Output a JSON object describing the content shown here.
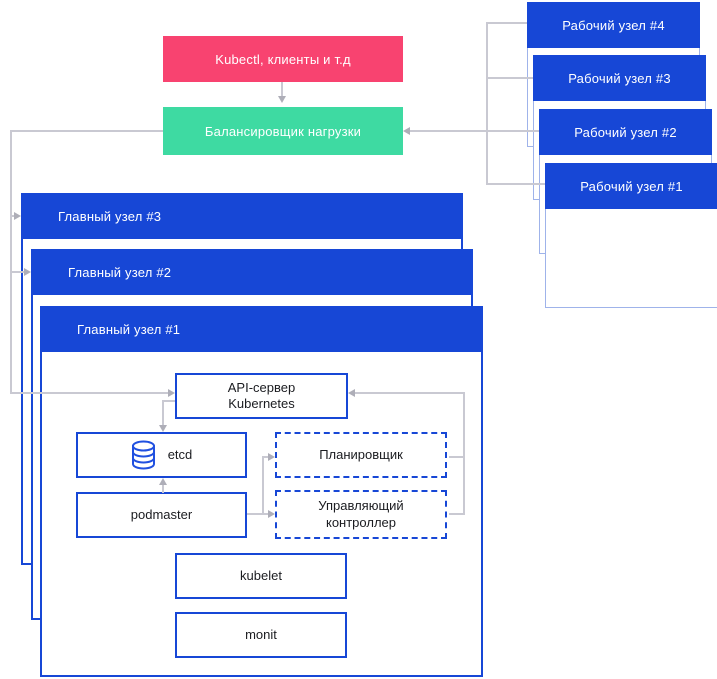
{
  "diagram": {
    "client": {
      "label": "Kubectl, клиенты и т.д"
    },
    "load_balancer": {
      "label": "Балансировщик нагрузки"
    },
    "worker_nodes": [
      {
        "label": "Рабочий узел #4"
      },
      {
        "label": "Рабочий узел #3"
      },
      {
        "label": "Рабочий узел #2"
      },
      {
        "label": "Рабочий узел #1"
      }
    ],
    "master_nodes": [
      {
        "label": "Главный узел #3"
      },
      {
        "label": "Главный узел #2"
      },
      {
        "label": "Главный узел #1"
      }
    ],
    "master_components": {
      "api_server": {
        "line1": "API-сервер",
        "line2": "Kubernetes"
      },
      "etcd": {
        "label": "etcd",
        "icon": "database-icon"
      },
      "podmaster": {
        "label": "podmaster"
      },
      "scheduler": {
        "label": "Планировщик",
        "border": "dashed"
      },
      "controller_manager": {
        "line1": "Управляющий",
        "line2": "контроллер",
        "border": "dashed"
      },
      "kubelet": {
        "label": "kubelet"
      },
      "monit": {
        "label": "monit"
      }
    },
    "colors": {
      "blue": "#1747d6",
      "pink": "#f84370",
      "green": "#3edaa2",
      "line": "#c9c9d2",
      "arrow": "#aeaeb8",
      "ink": "#1b1c20",
      "worker_border": "#9fb3ea"
    }
  }
}
